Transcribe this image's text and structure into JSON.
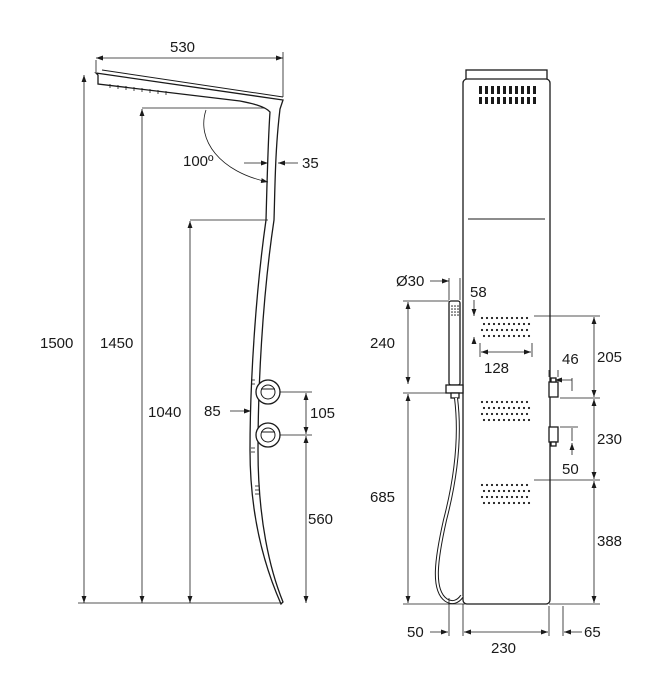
{
  "side_view": {
    "width_label": "530",
    "angle_label": "100º",
    "head_depth_label": "35",
    "total_height_label": "1500",
    "head_height_label": "1450",
    "curve_start_label": "1040",
    "knob_depth_label": "85",
    "knob_spacing_label": "105",
    "knob_height_label": "560"
  },
  "front_view": {
    "hose_diameter_label": "Ø30",
    "nozzle_offset_label": "58",
    "handshower_length_label": "240",
    "nozzle_width_label": "128",
    "knob_width_label": "46",
    "top_jet_label": "205",
    "jet_spacing_label": "230",
    "knob_offset_label": "50",
    "holder_height_label": "685",
    "bottom_jet_label": "388",
    "left_offset_label": "50",
    "panel_width_label": "230",
    "right_offset_label": "65"
  },
  "colors": {
    "line": "#1a1a1a",
    "background": "#ffffff"
  }
}
